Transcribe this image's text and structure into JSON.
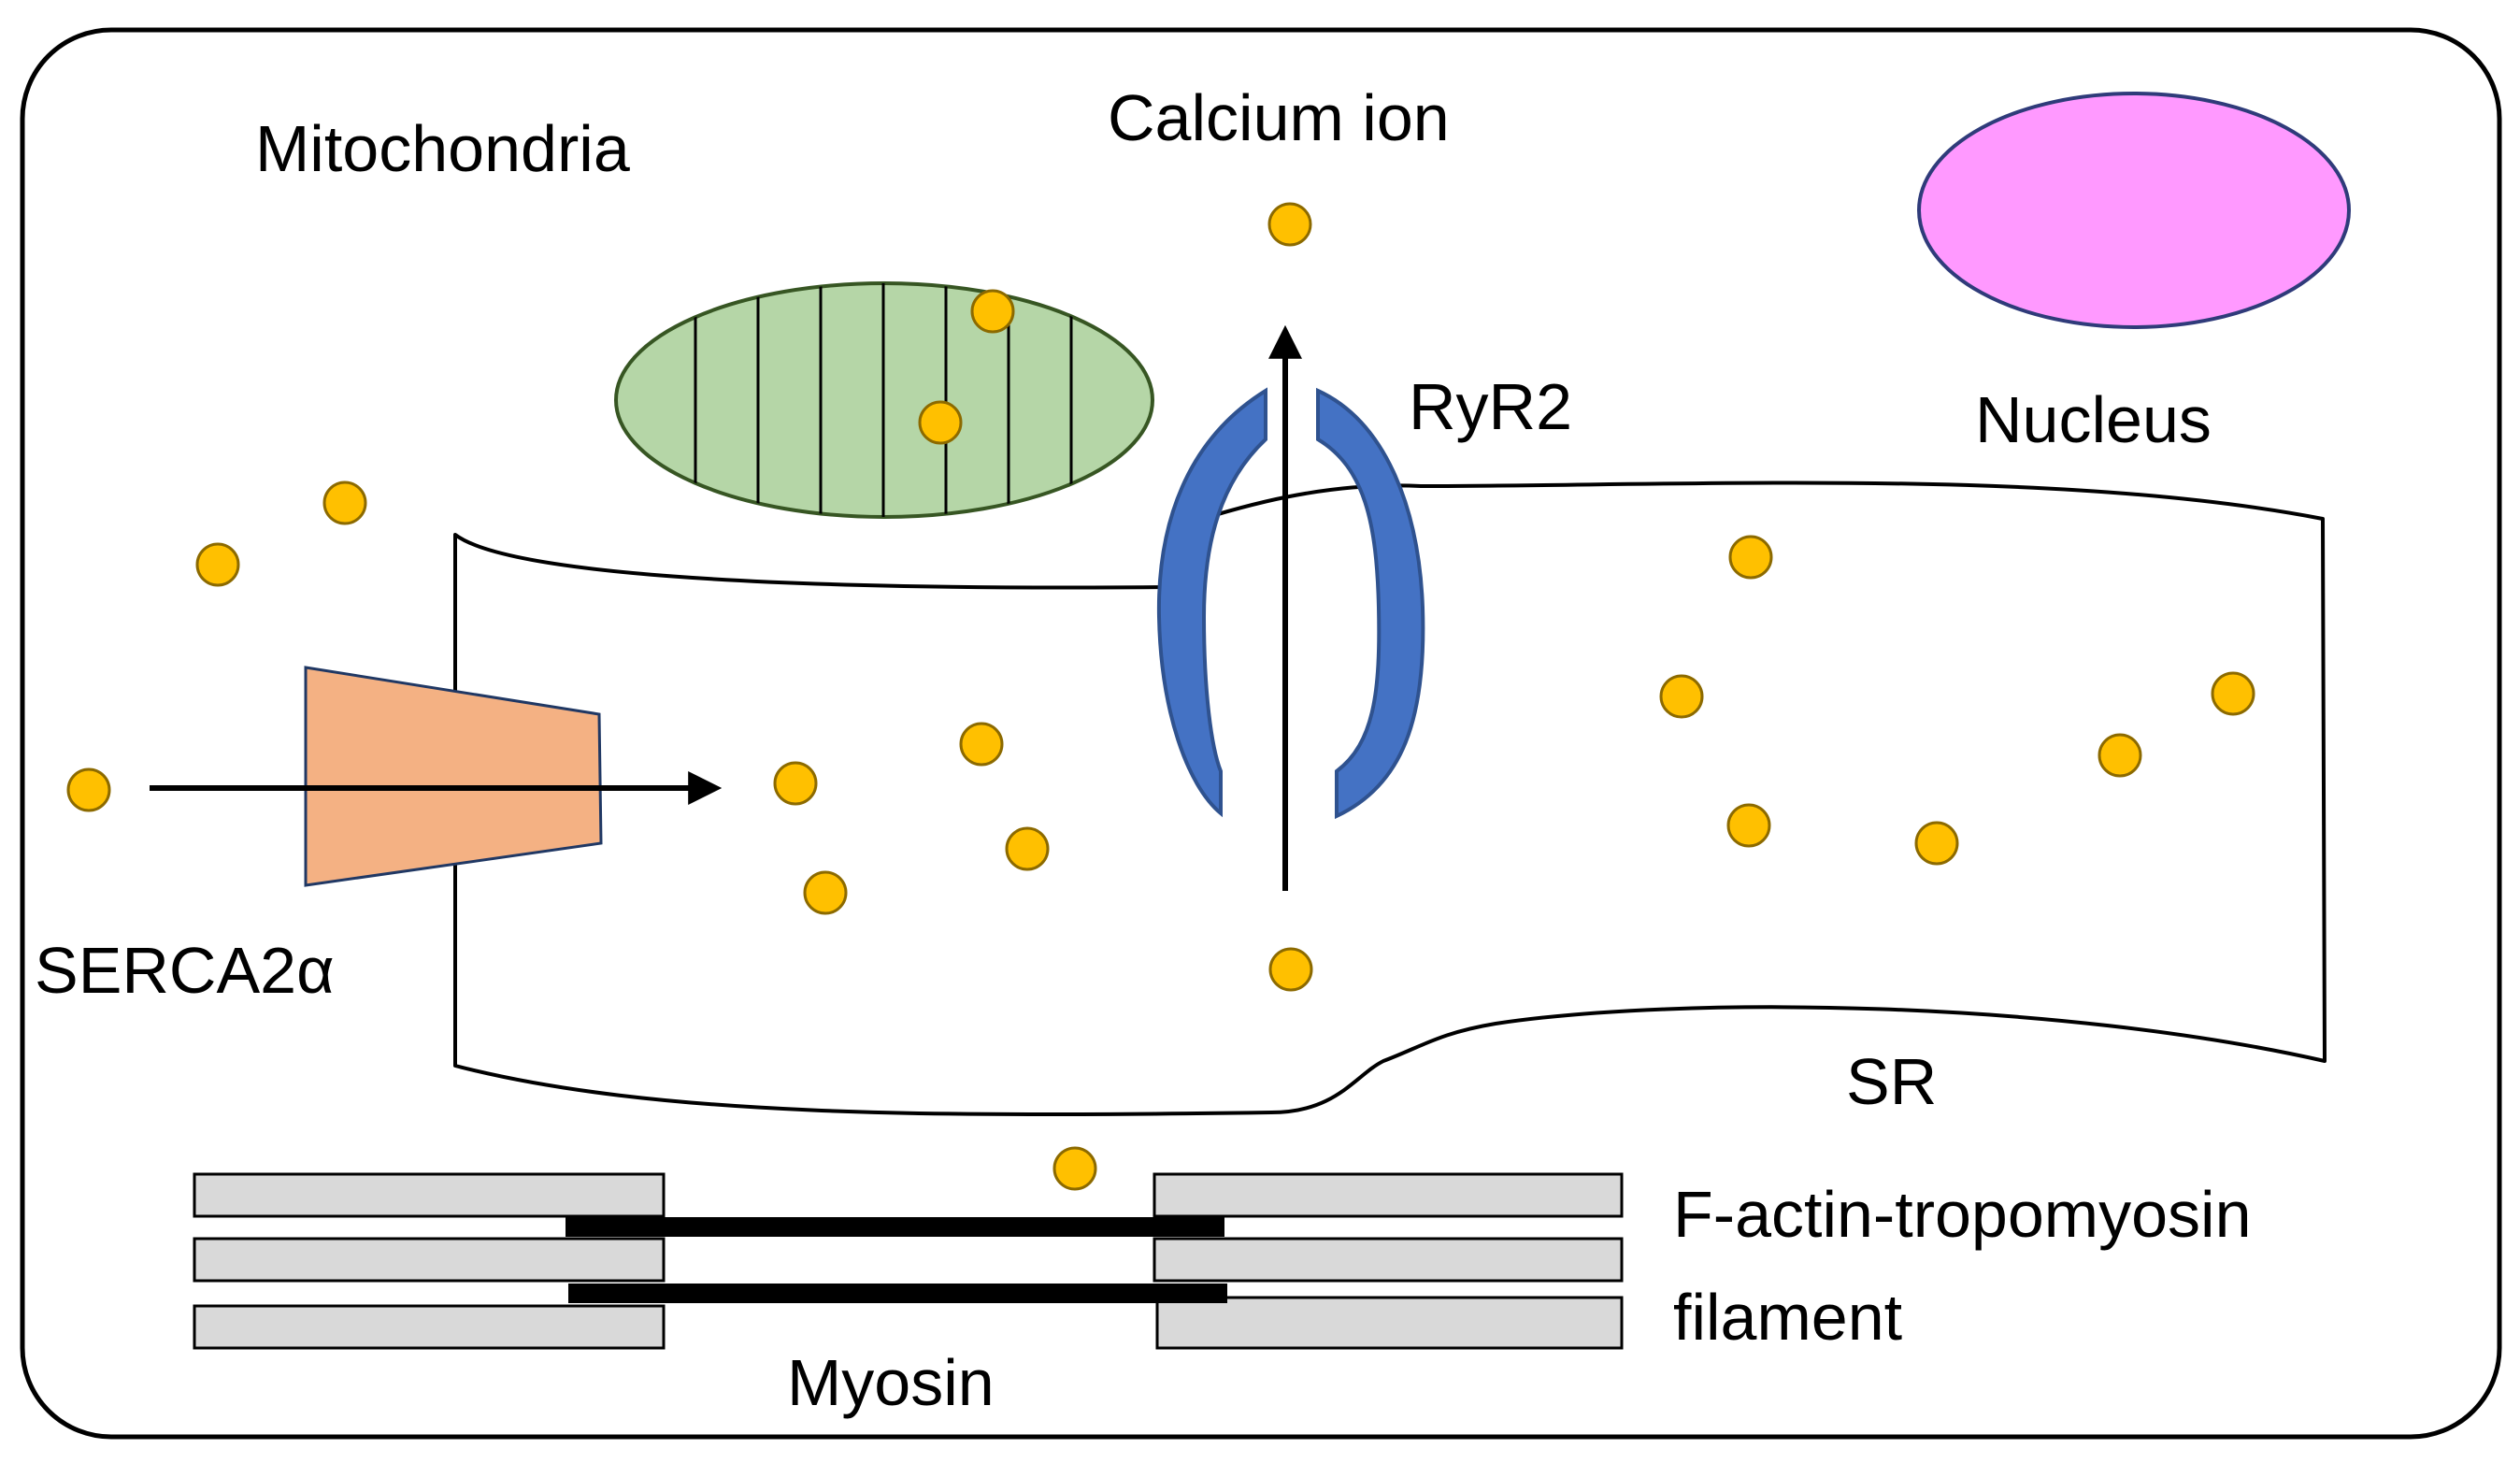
{
  "labels": {
    "mitochondria": "Mitochondria",
    "calcium_ion": "Calcium ion",
    "nucleus": "Nucleus",
    "ryr2": "RyR2",
    "serca": "SERCA2α",
    "sr": "SR",
    "actin_line1": "F-actin-tropomyosin",
    "actin_line2": "filament",
    "myosin": "Myosin"
  },
  "colors": {
    "cell_border": "#000000",
    "mitochondria_fill": "#b5d6a7",
    "mitochondria_stroke": "#375623",
    "nucleus_fill": "#ff99ff",
    "nucleus_stroke": "#2f3b7a",
    "ryr2_fill": "#4472c4",
    "ryr2_stroke": "#2f528f",
    "serca_fill": "#f4b183",
    "serca_stroke": "#203864",
    "calcium_fill": "#ffc000",
    "calcium_stroke": "#8c6a00",
    "filament_fill": "#d9d9d9",
    "myosin_fill": "#000000"
  }
}
